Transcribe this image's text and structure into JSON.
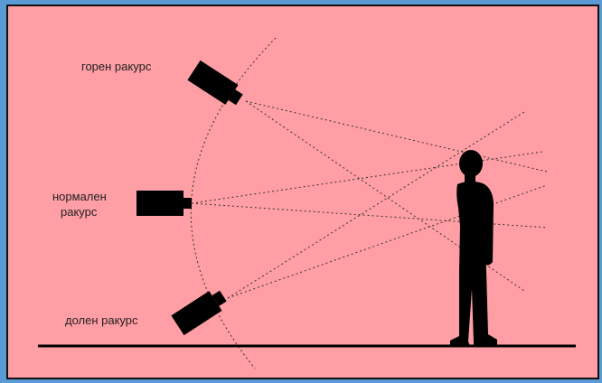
{
  "labels": {
    "top": "горен ракурс",
    "normal_line1": "нормален",
    "normal_line2": "ракурс",
    "bottom": "долен ракурс"
  },
  "colors": {
    "background": "#ff9ea4",
    "frame": "#5b9bd5",
    "ink": "#000000"
  }
}
